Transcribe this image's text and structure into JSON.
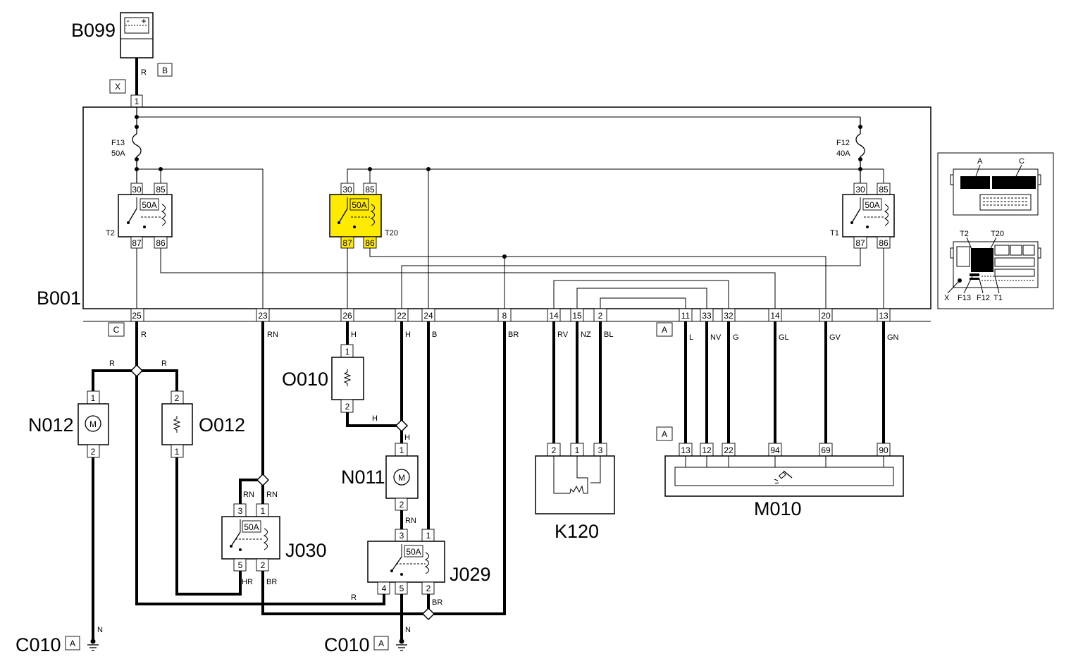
{
  "colors": {
    "highlight": "#ffeb00",
    "wire": "#000000",
    "background": "#ffffff"
  },
  "components": {
    "battery": "B099",
    "cabin_fuse_box": "B001",
    "ground_left": "C010",
    "ground_center": "C010",
    "fan_motor_left": "N012",
    "resistor_left": "O012",
    "resistor_center": "O010",
    "fan_motor_center": "N011",
    "relay_j030": "J030",
    "relay_j029": "J029",
    "sensor_k120": "K120",
    "ecu_m010": "M010"
  },
  "connectors": {
    "b": "B",
    "x": "X",
    "c": "C",
    "a_box": "A",
    "a_ecu": "A",
    "a_ground_left": "A",
    "a_ground_center": "A"
  },
  "fuses": {
    "f13": {
      "name": "F13",
      "rating": "50A"
    },
    "f12": {
      "name": "F12",
      "rating": "40A"
    }
  },
  "relays": {
    "t2": "T2",
    "t20": "T20",
    "t1": "T1",
    "rating": "50A"
  },
  "relay_pins": {
    "p30": "30",
    "p85": "85",
    "p87": "87",
    "p86": "86",
    "p3": "3",
    "p1": "1",
    "p5": "5",
    "p2": "2",
    "p4": "4"
  },
  "pins": {
    "p1": "1",
    "b25": "25",
    "b23": "23",
    "b26": "26",
    "b22": "22",
    "b24": "24",
    "b8": "8",
    "b14": "14",
    "b15": "15",
    "b2": "2",
    "b11": "11",
    "b33": "33",
    "b32": "32",
    "b14r": "14",
    "b20": "20",
    "b13": "13",
    "n012_top": "1",
    "n012_bot": "2",
    "o012_top": "2",
    "o012_bot": "1",
    "o010_top": "1",
    "o010_bot": "2",
    "n011_top": "1",
    "n011_bot": "2",
    "k120_1": "2",
    "k120_2": "1",
    "k120_3": "3",
    "m010_1": "13",
    "m010_2": "12",
    "m010_3": "22",
    "m010_4": "94",
    "m010_5": "69",
    "m010_6": "90"
  },
  "wire_colors": {
    "r": "R",
    "rn": "RN",
    "h": "H",
    "b": "B",
    "br": "BR",
    "rv": "RV",
    "nz": "NZ",
    "bl": "BL",
    "l": "L",
    "nv": "NV",
    "g": "G",
    "gl": "GL",
    "gv": "GV",
    "gn": "GN",
    "hr": "HR",
    "n": "N"
  },
  "locator": {
    "a": "A",
    "c": "C",
    "t2": "T2",
    "t20": "T20",
    "x": "X",
    "f13": "F13",
    "f12": "F12",
    "t1": "T1"
  }
}
